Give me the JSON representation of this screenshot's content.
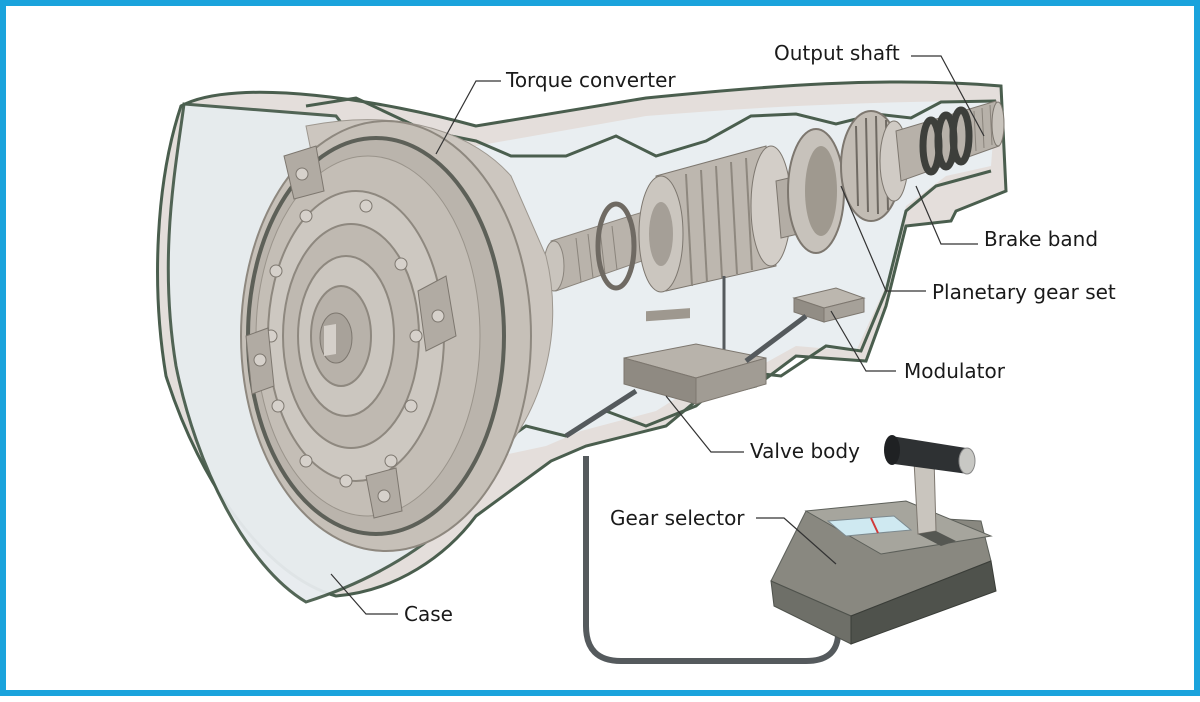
{
  "diagram": {
    "labels": {
      "output_shaft": "Output shaft",
      "torque_converter": "Torque converter",
      "brake_band": "Brake band",
      "planetary_gear_set": "Planetary gear set",
      "modulator": "Modulator",
      "valve_body": "Valve body",
      "gear_selector": "Gear selector",
      "case": "Case"
    },
    "colors": {
      "frame": "#1aa3dc",
      "case_outline": "#4a5e4e",
      "case_fill": "#e2dcd9",
      "glass_fill": "#e6ecef",
      "metal_light": "#cfcac4",
      "metal_mid": "#a59f97",
      "metal_dark": "#7d776f",
      "selector_base": "#8e8d85",
      "selector_dark": "#4f524c",
      "pipe": "#555a5d",
      "leader_line": "#333333"
    }
  }
}
